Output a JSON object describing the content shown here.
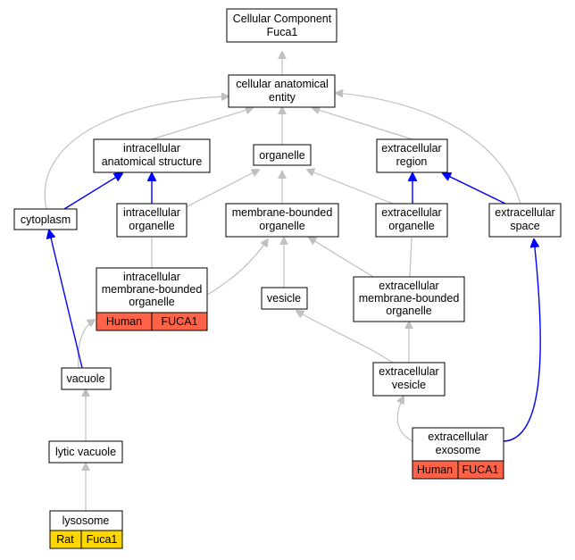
{
  "nodes": {
    "root": [
      "Cellular Component",
      "Fuca1"
    ],
    "cae": [
      "cellular anatomical",
      "entity"
    ],
    "ias": [
      "intracellular",
      "anatomical structure"
    ],
    "organelle": [
      "organelle"
    ],
    "exreg": [
      "extracellular",
      "region"
    ],
    "cytoplasm": [
      "cytoplasm"
    ],
    "intorg": [
      "intracellular",
      "organelle"
    ],
    "mbo": [
      "membrane-bounded",
      "organelle"
    ],
    "exorg": [
      "extracellular",
      "organelle"
    ],
    "exspace": [
      "extracellular",
      "space"
    ],
    "imbo": [
      "intracellular",
      "membrane-bounded",
      "organelle"
    ],
    "vesicle": [
      "vesicle"
    ],
    "embo": [
      "extracellular",
      "membrane-bounded",
      "organelle"
    ],
    "vacuole": [
      "vacuole"
    ],
    "exves": [
      "extracellular",
      "vesicle"
    ],
    "exosome": [
      "extracellular",
      "exosome"
    ],
    "lytic": [
      "lytic vacuole"
    ],
    "lysosome": [
      "lysosome"
    ]
  },
  "annotations": {
    "imbo": [
      "Human",
      "FUCA1"
    ],
    "exosome": [
      "Human",
      "FUCA1"
    ],
    "lysosome": [
      "Rat",
      "Fuca1"
    ]
  },
  "colors": {
    "human": "#ff6347",
    "rat": "#ffd700",
    "is_a_edge": "#c0c0c0",
    "part_of_edge": "#0000ff"
  }
}
